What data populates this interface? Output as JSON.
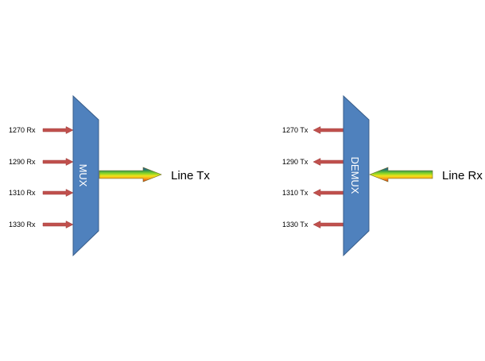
{
  "colors": {
    "block_fill": "#4F81BD",
    "block_stroke": "#385D8A",
    "arrow_fill": "#C0504D",
    "arrow_stroke": "#A0403E",
    "spectrum": [
      "#1F3FBF",
      "#2E8B57",
      "#7FD12A",
      "#F2E21A",
      "#F59B1A",
      "#D9261C"
    ]
  },
  "mux": {
    "block_label": "MUX",
    "inputs": [
      "1270 Rx",
      "1290 Rx",
      "1310 Rx",
      "1330 Rx"
    ],
    "line_label": "Line Tx"
  },
  "demux": {
    "block_label": "DEMUX",
    "outputs": [
      "1270 Tx",
      "1290 Tx",
      "1310 Tx",
      "1330 Tx"
    ],
    "line_label": "Line Rx"
  }
}
